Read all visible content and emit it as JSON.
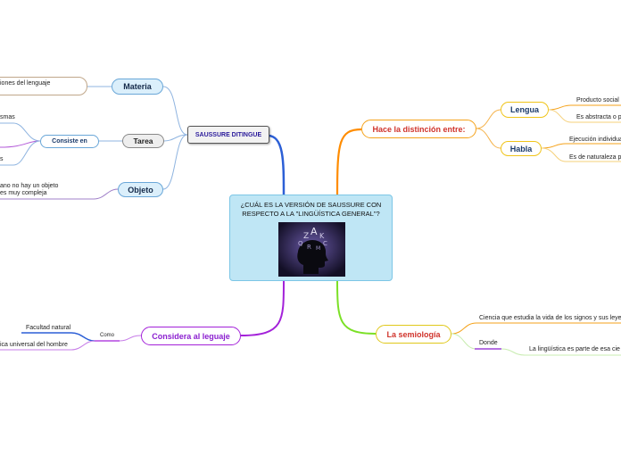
{
  "central": {
    "title": "¿CUÁL ES LA VERSIÓN DE SAUSSURE CON RESPECTO A LA \"LINGÜÍSTICA GENERAL\"?",
    "image_icon": "head-letters-icon"
  },
  "left_branch": {
    "main_label": "SAUSSURE DITINGUE",
    "materia": {
      "label": "Materia",
      "detail": "iones  del lenguaje"
    },
    "tarea": {
      "label": "Tarea",
      "connector": "Consiste en",
      "items": [
        "smas",
        "s"
      ]
    },
    "objeto": {
      "label": "Objeto",
      "detail_line1": "ano no hay un objeto",
      "detail_line2": "es muy compleja"
    }
  },
  "left_bottom": {
    "label": "Considera al leguaje",
    "connector": "Como",
    "items": [
      "Facultad natural",
      "ica universal  del hombre"
    ]
  },
  "right_branch": {
    "label": "Hace la distinción entre:",
    "lengua": {
      "label": "Lengua",
      "items": [
        "Producto social c",
        "Es abstracta o p"
      ]
    },
    "habla": {
      "label": "Habla",
      "items": [
        "Ejecución individua",
        "Es de naturaleza p"
      ]
    }
  },
  "right_bottom": {
    "label": "La semiología",
    "item1": "Ciencia que estudia la vida de los signos y sus leye",
    "connector": "Donde",
    "item2": "La lingüística es parte de esa cie"
  },
  "colors": {
    "blue_branch": "#2c6fd6",
    "orange_branch": "#ff8c00",
    "green_branch": "#7be026",
    "purple_branch": "#a321d9",
    "node_fill": "#dbeffb",
    "node_border": "#6aa7d8",
    "orange_text": "#d0342c",
    "yellow_border": "#f0c419",
    "purple_text": "#8b1fd0"
  }
}
